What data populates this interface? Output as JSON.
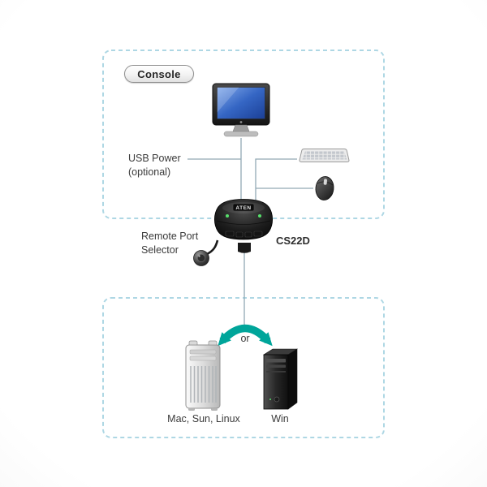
{
  "colors": {
    "accent_teal": "#00a59a",
    "dashed_border": "#aed7e4",
    "connection_line": "#92a9b5",
    "text": "#3a3a3a"
  },
  "console_box": {
    "title": "Console",
    "usb_power": [
      "USB Power",
      "(optional)"
    ],
    "devices": {
      "monitor": "monitor",
      "keyboard": "keyboard",
      "mouse": "mouse"
    }
  },
  "kvm": {
    "brand": "ATEN",
    "model": "CS22D",
    "remote_selector": [
      "Remote Port",
      "Selector"
    ]
  },
  "computers_box": {
    "or": "or",
    "left_label": "Mac, Sun, Linux",
    "right_label": "Win"
  }
}
